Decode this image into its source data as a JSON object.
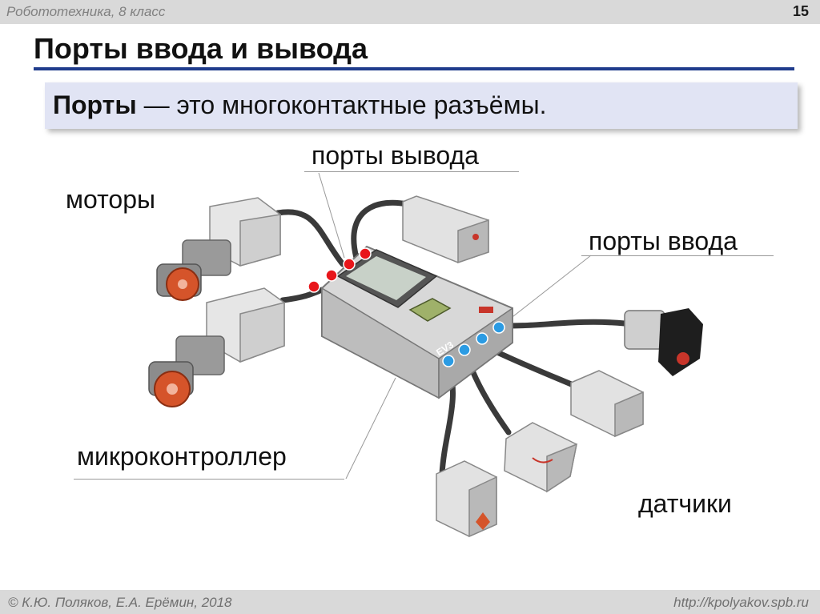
{
  "header": {
    "course": "Робототехника, 8 класс",
    "page_number": "15"
  },
  "slide": {
    "title": "Порты ввода и вывода",
    "definition": {
      "term": "Порты",
      "text": " — это многоконтактные разъёмы."
    }
  },
  "labels": {
    "output_ports": "порты вывода",
    "motors": "моторы",
    "input_ports": "порты ввода",
    "microcontroller": "микроконтроллер",
    "sensors": "датчики"
  },
  "brick": {
    "logo": "EV3"
  },
  "footer": {
    "copyright": "© К.Ю. Поляков, Е.А. Ерёмин, 2018",
    "url": "http://kpolyakov.spb.ru"
  },
  "colors": {
    "output_port_marker": "#e8161b",
    "input_port_marker": "#2b9be3",
    "title_rule": "#1f3c8c"
  }
}
